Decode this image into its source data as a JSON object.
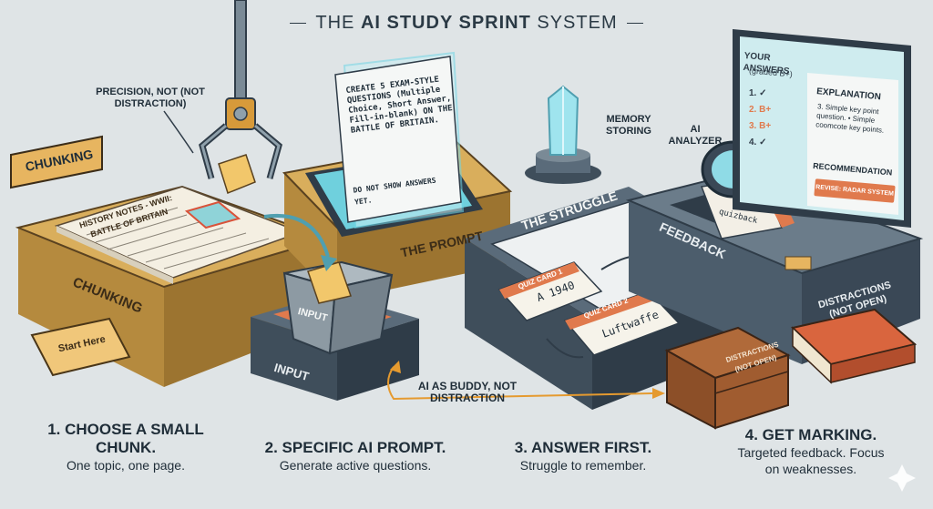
{
  "title": {
    "prefix": "THE",
    "bold": "AI STUDY SPRINT",
    "suffix": "SYSTEM"
  },
  "labels": {
    "precision": "PRECISION, NOT (NOT DISTRACTION)",
    "chunking_flag": "CHUNKING",
    "chunking_base": "CHUNKING",
    "start_here": "Start Here",
    "notes_title": "HISTORY NOTES - WWII: BATTLE OF BRITAIN",
    "prompt_text": "CREATE 5 EXAM-STYLE QUESTIONS (Multiple Choice, Short Answer, Fill-in-blank) ON THE BATTLE OF BRITAIN.",
    "prompt_note": "DO NOT SHOW ANSWERS YET.",
    "the_prompt": "THE PROMPT",
    "input_bin": "INPUT",
    "input_base": "INPUT",
    "memory": "MEMORY STORING",
    "analyzer": "AI ANALYZER",
    "the_struggle": "THE STRUGGLE",
    "quiz1": "QUIZ CARD 1",
    "quiz1_answer": "A 1940",
    "quiz2": "QUIZ CARD 2",
    "quiz2_answer": "Luftwaffe",
    "feedback": "FEEDBACK",
    "quizback": "quizback",
    "distractions_side": "DISTRACTIONS (NOT OPEN)",
    "distractions_box": "DISTRACTIONS (NOT OPEN)",
    "buddy": "AI AS BUDDY, NOT DISTRACTION",
    "your_answers": "YOUR ANSWERS",
    "graded": "(graded B+)",
    "grade_rows": [
      "1. ✓",
      "2. B+",
      "3. B+",
      "4. ✓"
    ],
    "explanation": "EXPLANATION",
    "explanation_text": "3. Simple key point question. • Simple coomcote key points.",
    "recommendation": "RECOMMENDATION",
    "revise_button": "REVISE: RADAR SYSTEM"
  },
  "steps": [
    {
      "heading": "1. CHOOSE A SMALL CHUNK.",
      "sub": "One topic, one page."
    },
    {
      "heading": "2. SPECIFIC AI PROMPT.",
      "sub": "Generate active questions."
    },
    {
      "heading": "3. ANSWER FIRST.",
      "sub": "Struggle to remember."
    },
    {
      "heading": "4. GET MARKING.",
      "sub": "Targeted feedback. Focus on weaknesses."
    }
  ],
  "colors": {
    "background": "#dfe4e6",
    "gold": "#c99a44",
    "gold_dark": "#8f6a2a",
    "slate": "#4c5d6c",
    "slate_dark": "#2f3c48",
    "orange": "#e07a4d",
    "cyan": "#6fd6e6",
    "ink": "#1f2d38"
  }
}
